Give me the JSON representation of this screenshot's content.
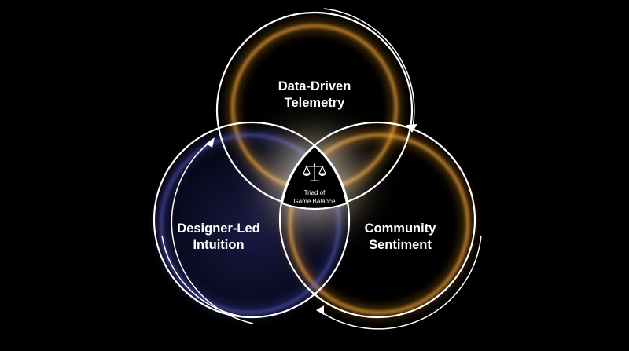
{
  "diagram": {
    "type": "venn",
    "circles": [
      {
        "id": "telemetry",
        "line1": "Data-Driven",
        "line2": "Telemetry",
        "glow_color": "#f59a1e"
      },
      {
        "id": "intuition",
        "line1": "Designer-Led",
        "line2": "Intuition",
        "glow_color": "#3a3f9a"
      },
      {
        "id": "sentiment",
        "line1": "Community",
        "line2": "Sentiment",
        "glow_color": "#f59a1e"
      }
    ],
    "center": {
      "icon": "scales-icon",
      "line1": "Triad of",
      "line2": "Game Balance"
    },
    "colors": {
      "background": "#000000",
      "outline": "#ffffff",
      "warm_glow": "#f59a1e",
      "cool_glow": "#3a3f9a",
      "center_fill": "#000000"
    },
    "cycle_arrows": "clockwise"
  }
}
